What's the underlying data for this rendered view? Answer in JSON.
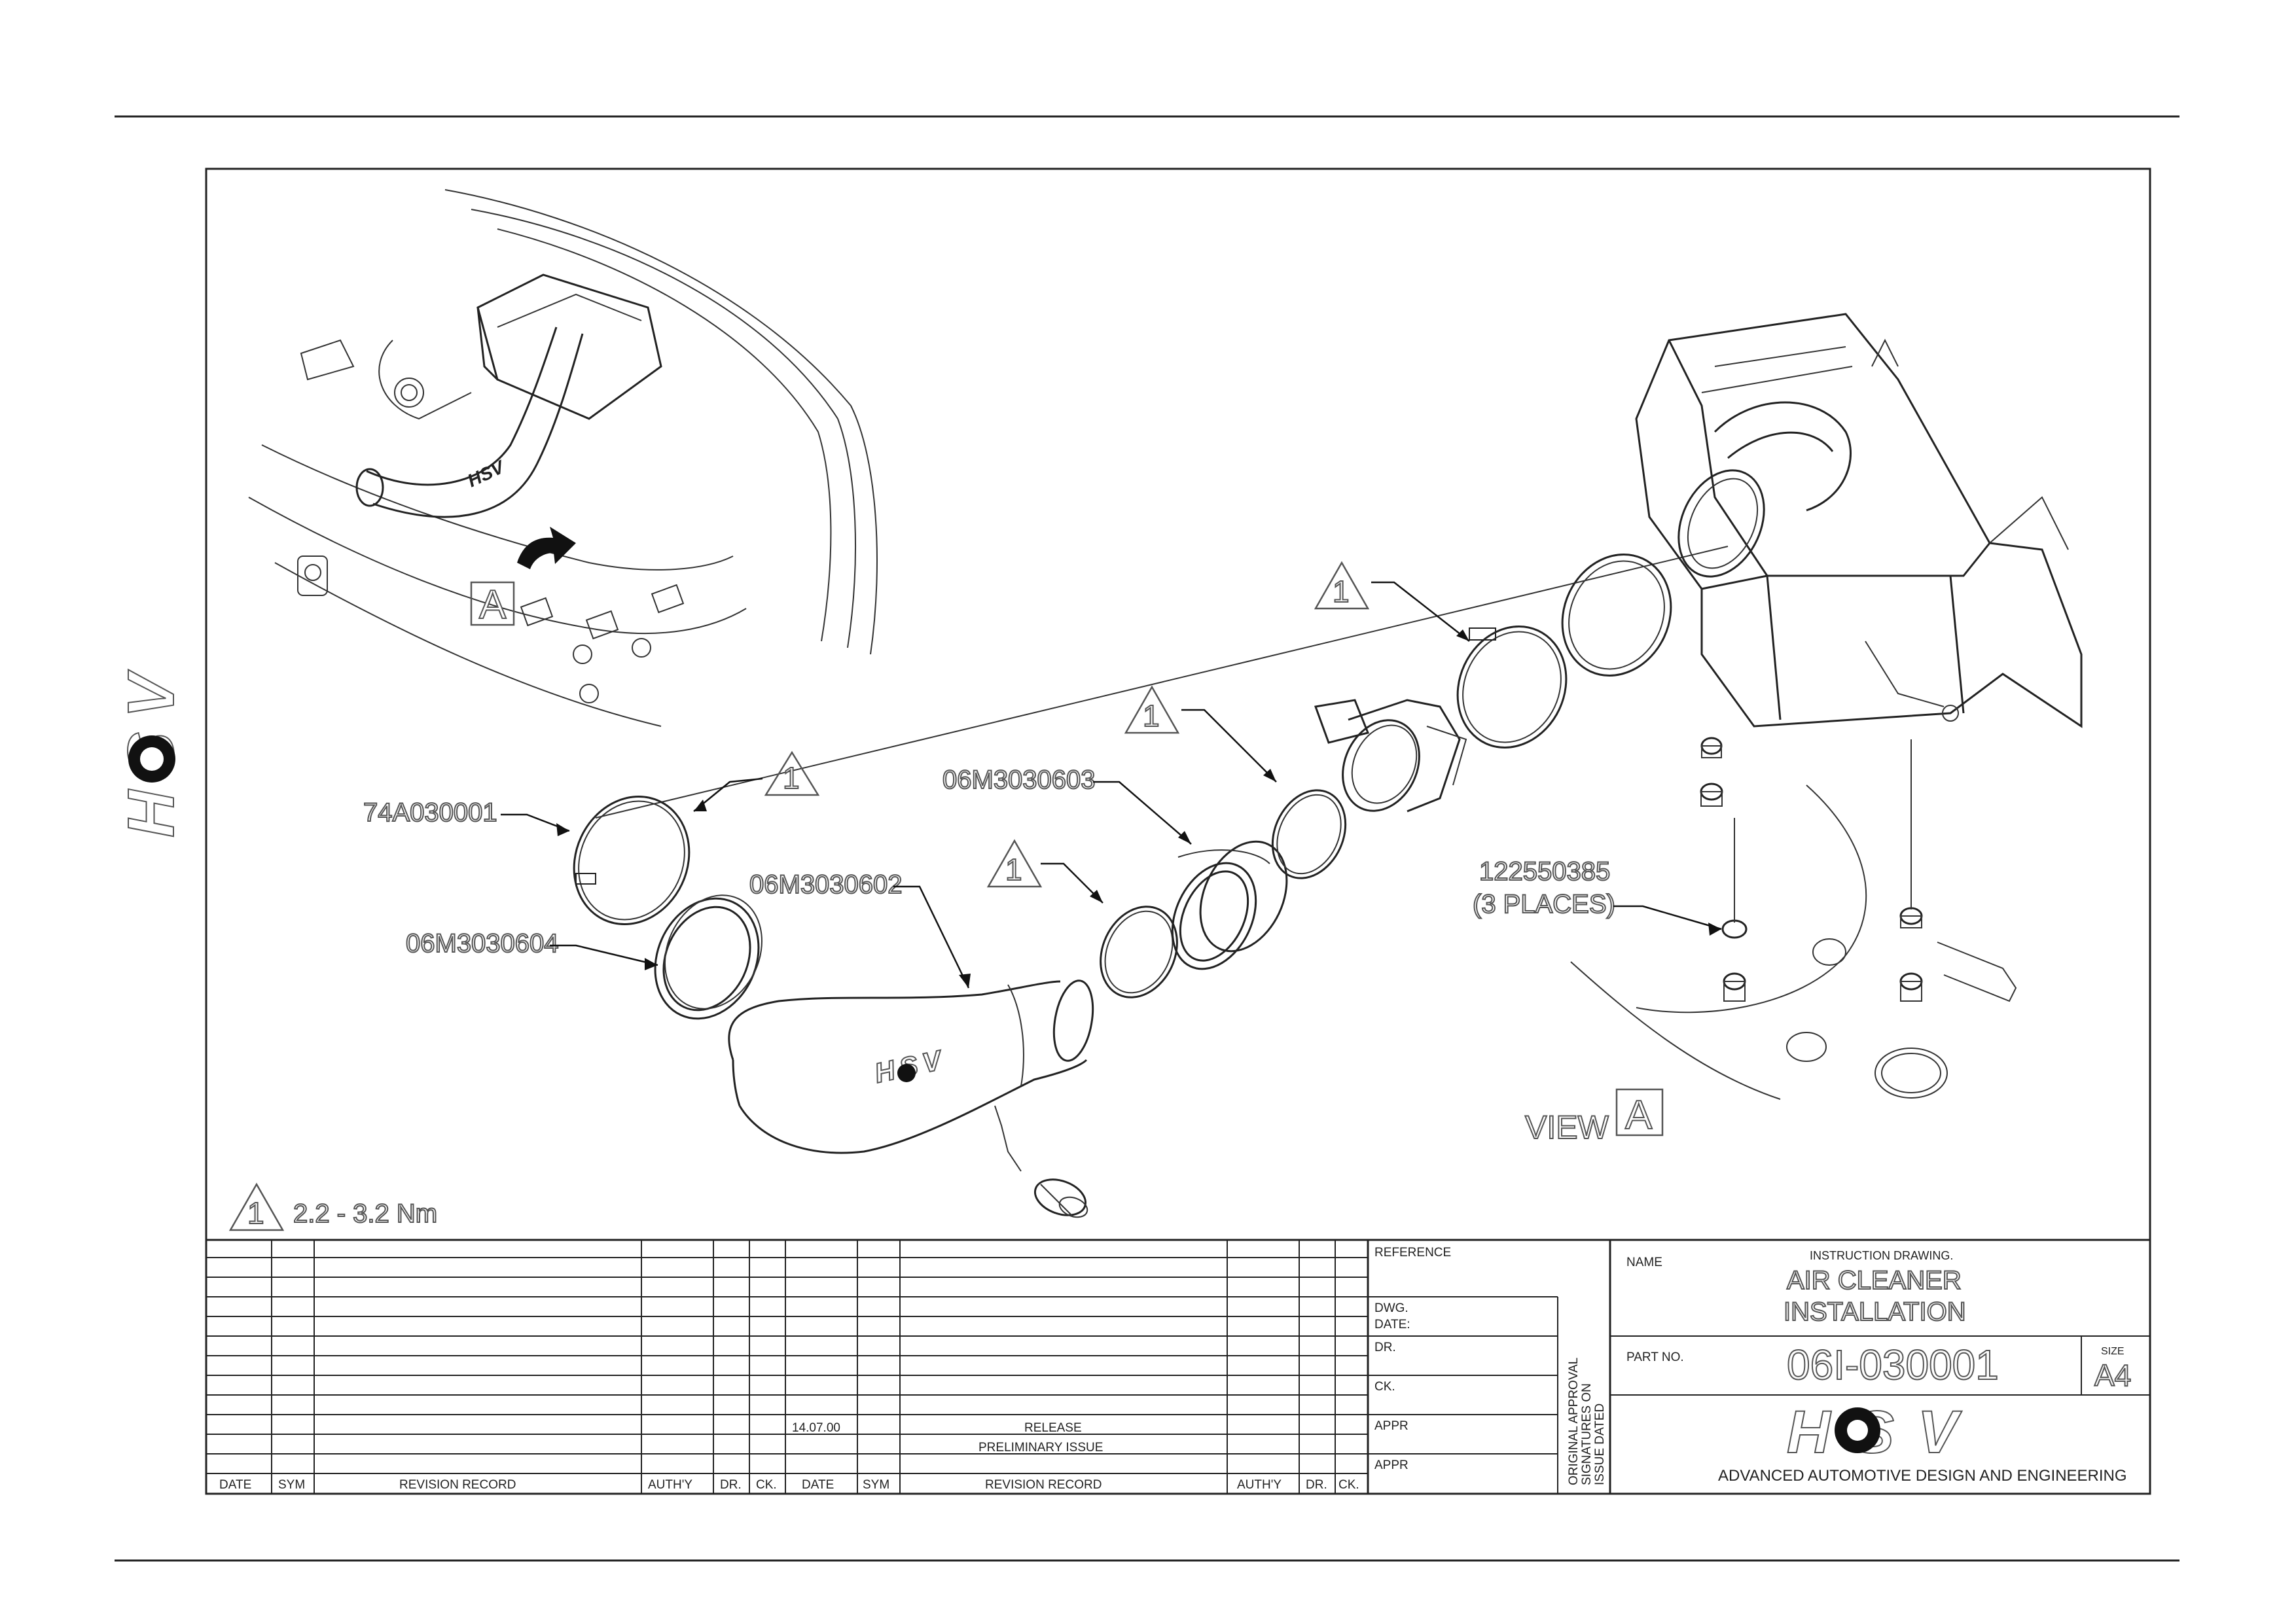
{
  "brand": {
    "logo_text": "HSV"
  },
  "callouts": {
    "p74A030001": "74A030001",
    "p06M3030604": "06M3030604",
    "p06M3030602": "06M3030602",
    "p06M3030603": "06M3030603",
    "p122550385": "122550385",
    "p122550385_qty": "(3 PLACES)",
    "torque_marker": "1",
    "view_marker": "A"
  },
  "view_label": {
    "word": "VIEW",
    "letter": "A"
  },
  "torque_note": "2.2 - 3.2 Nm",
  "revision_table": {
    "headers": [
      "DATE",
      "SYM",
      "REVISION RECORD",
      "AUTH'Y",
      "DR.",
      "CK."
    ],
    "entries": [
      {
        "date": "14.07.00",
        "record": "RELEASE"
      },
      {
        "date": "",
        "record": "PRELIMINARY ISSUE"
      }
    ]
  },
  "approval": {
    "reference": "REFERENCE",
    "dwg_date_1": "DWG.",
    "dwg_date_2": "DATE:",
    "dr": "DR.",
    "ck": "CK.",
    "appr1": "APPR",
    "appr2": "APPR",
    "original_1": "ORIGINAL APPROVAL",
    "original_2": "SIGNATURES ON",
    "original_3": "ISSUE DATED"
  },
  "title_block": {
    "name_label": "NAME",
    "subtitle": "INSTRUCTION DRAWING.",
    "title_line1": "AIR CLEANER",
    "title_line2": "INSTALLATION",
    "part_no_label": "PART NO.",
    "part_no": "06I-030001",
    "size_label": "SIZE",
    "size": "A4",
    "company": "ADVANCED AUTOMOTIVE DESIGN AND ENGINEERING"
  }
}
